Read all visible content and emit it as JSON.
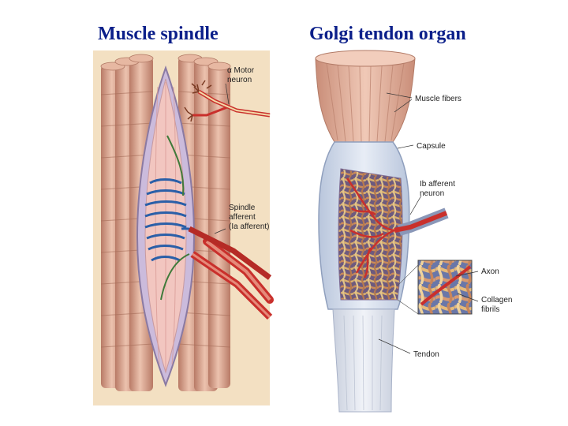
{
  "titles": {
    "left": "Muscle spindle",
    "right": "Golgi tendon organ"
  },
  "spindle_labels": {
    "motor_line1": "α Motor",
    "motor_line2": "neuron",
    "afferent_line1": "Spindle",
    "afferent_line2": "afferent",
    "afferent_line3": "(Ia afferent)"
  },
  "gto_labels": {
    "muscle_fibers": "Muscle fibers",
    "capsule": "Capsule",
    "ib_line1": "Ib afferent",
    "ib_line2": "neuron",
    "axon": "Axon",
    "collagen_line1": "Collagen",
    "collagen_line2": "fibrils",
    "tendon": "Tendon"
  },
  "colors": {
    "title": "#0b1f8a",
    "muscle": "#dba58e",
    "spindle_capsule": "#cbbbdc",
    "nerve_blue": "#2a5fa8",
    "nerve_red": "#c9302c",
    "tendon": "#dde2ec"
  }
}
